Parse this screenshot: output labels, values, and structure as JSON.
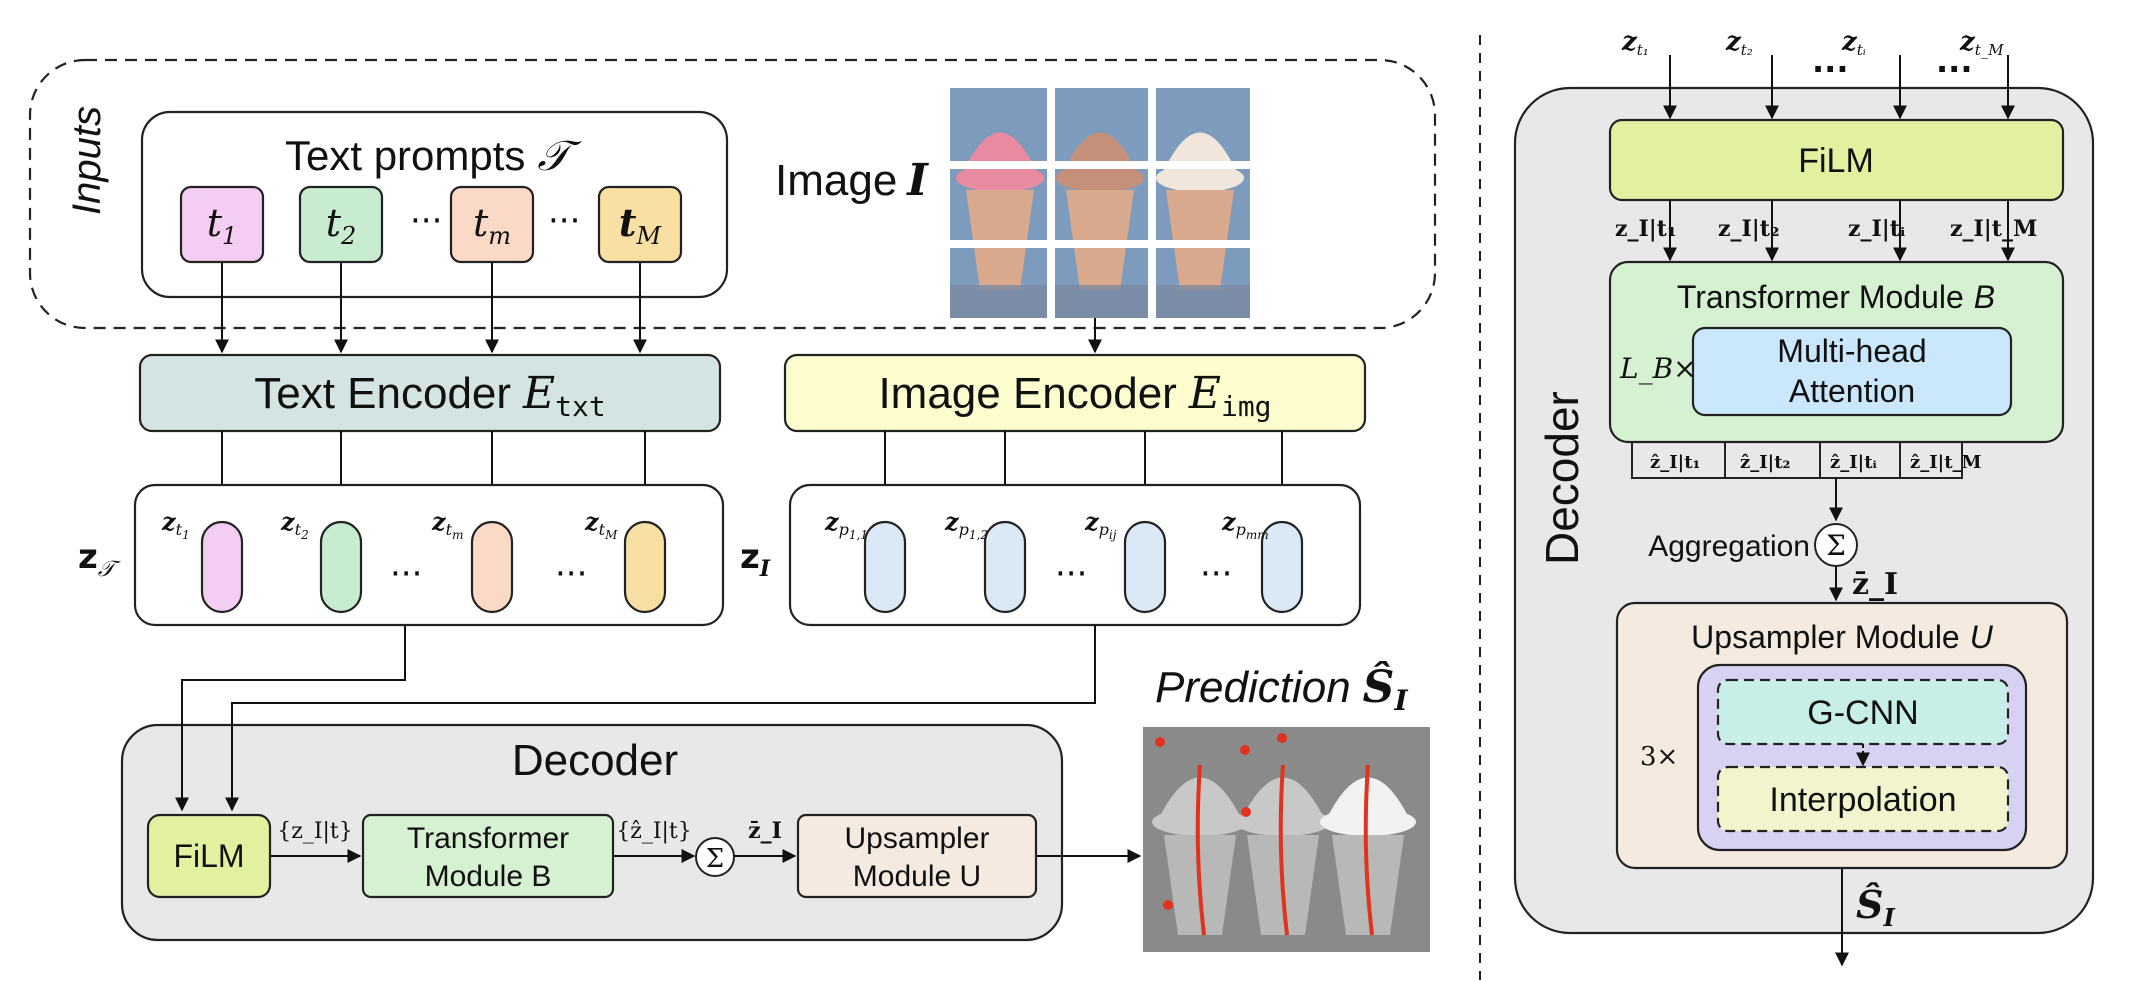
{
  "left": {
    "inputs_label": "Inputs",
    "text_prompts": {
      "title": "Text prompts",
      "symbol": "𝒯"
    },
    "tokens": [
      {
        "base": "t",
        "sub": "1",
        "color": "#f4cdf2"
      },
      {
        "base": "t",
        "sub": "2",
        "color": "#c8ecd0"
      },
      {
        "base": "t",
        "sub": "m",
        "color": "#fad9c7"
      },
      {
        "base": "t",
        "sub": "M",
        "color": "#f8dfa4"
      }
    ],
    "ellipsis": "···",
    "image": {
      "label": "Image",
      "symbol": "I"
    },
    "text_encoder": {
      "label": "Text Encoder",
      "symbol": "E",
      "sub": "txt",
      "color": "#d4e4e2"
    },
    "image_encoder": {
      "label": "Image Encoder",
      "symbol": "E",
      "sub": "img",
      "color": "#fcfccf"
    },
    "text_embeddings": {
      "set_label": "z",
      "set_sub": "𝒯",
      "items": [
        {
          "label": "z",
          "sub": "t",
          "subsub": "1",
          "color": "#f4cdf2"
        },
        {
          "label": "z",
          "sub": "t",
          "subsub": "2",
          "color": "#c8ecd0"
        },
        {
          "label": "z",
          "sub": "t",
          "subsub": "m",
          "color": "#fad9c7"
        },
        {
          "label": "z",
          "sub": "t",
          "subsub": "M",
          "color": "#f8dfa4"
        }
      ]
    },
    "image_embeddings": {
      "set_label": "z",
      "set_sub": "I",
      "items": [
        {
          "label": "z",
          "sub": "p",
          "subsub": "1,1",
          "color": "#dbe8f6"
        },
        {
          "label": "z",
          "sub": "p",
          "subsub": "1,2",
          "color": "#dbe8f6"
        },
        {
          "label": "z",
          "sub": "p",
          "subsub": "ij",
          "color": "#dbe8f6"
        },
        {
          "label": "z",
          "sub": "p",
          "subsub": "mm",
          "color": "#dbe8f6"
        }
      ]
    },
    "decoder": {
      "title": "Decoder",
      "film": "FiLM",
      "transformer": [
        "Transformer",
        "Module B"
      ],
      "upsampler": [
        "Upsampler",
        "Module U"
      ],
      "edge1": "{z_I|t}",
      "edge2": "{ẑ_I|t}",
      "edge3": "z̄_I",
      "sum": "Σ"
    },
    "prediction": {
      "label": "Prediction",
      "symbol": "Ŝ",
      "sub": "I"
    }
  },
  "right": {
    "inputs": [
      {
        "label": "z",
        "sub": "t₁"
      },
      {
        "label": "z",
        "sub": "t₂"
      },
      {
        "label": "z",
        "sub": "tᵢ"
      },
      {
        "label": "z",
        "sub": "t_M"
      }
    ],
    "decoder_label": "Decoder",
    "film": "FiLM",
    "film_outputs": [
      "z_I|t₁",
      "z_I|t₂",
      "z_I|tᵢ",
      "z_I|t_M"
    ],
    "transformer": {
      "title": "Transformer Module",
      "symbol": "B",
      "repeat": "L_B×",
      "attention": [
        "Multi-head",
        "Attention"
      ]
    },
    "transformer_outputs": [
      "ẑ_I|t₁",
      "ẑ_I|t₂",
      "ẑ_I|tᵢ",
      "ẑ_I|t_M"
    ],
    "aggregation": "Aggregation",
    "sum": "Σ",
    "agg_output": "z̄_I",
    "upsampler": {
      "title": "Upsampler Module",
      "symbol": "U",
      "repeat": "3×",
      "gcnn": "G-CNN",
      "interp": "Interpolation"
    },
    "output": {
      "symbol": "Ŝ",
      "sub": "I"
    }
  },
  "colors": {
    "film": "#e2f1a0",
    "transformer": "#d6f1d2",
    "attention": "#cbe7fb",
    "upsampler": "#f5eadf",
    "decoder_bg": "#e8e8e8",
    "gcnn": "#c7efe7",
    "interp": "#f2f4cd",
    "up_inner": "#d8d2f2",
    "predict_bg": "#8a8a8a"
  }
}
